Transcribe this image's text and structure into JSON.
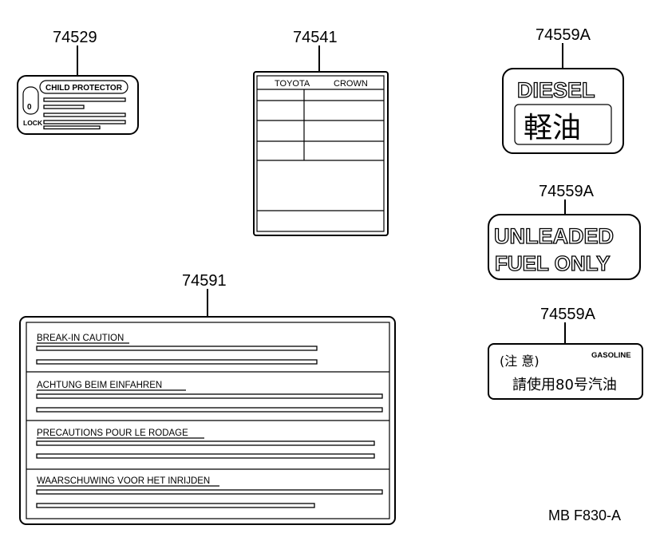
{
  "parts": {
    "child_protector": {
      "number": "74529",
      "title": "CHILD PROTECTOR",
      "lock_mark": "0",
      "lock_label": "LOCK"
    },
    "model_plate": {
      "number": "74541",
      "brand": "TOYOTA",
      "model": "CROWN"
    },
    "diesel": {
      "number": "74559A",
      "text_en": "DIESEL",
      "text_jp": "軽油"
    },
    "unleaded": {
      "number": "74559A",
      "line1": "UNLEADED",
      "line2": "FUEL ONLY"
    },
    "gasoline_cn": {
      "number": "74559A",
      "caution": "(注 意)",
      "gasoline": "GASOLINE",
      "instruction": "請使用80号汽油"
    },
    "break_in": {
      "number": "74591",
      "sections": [
        "BREAK-IN CAUTION",
        "ACHTUNG BEIM EINFAHREN",
        "PRECAUTIONS POUR LE RODAGE",
        "WAARSCHUWING VOOR HET INRIJDEN"
      ]
    }
  },
  "footer_code": "MB F830-A"
}
